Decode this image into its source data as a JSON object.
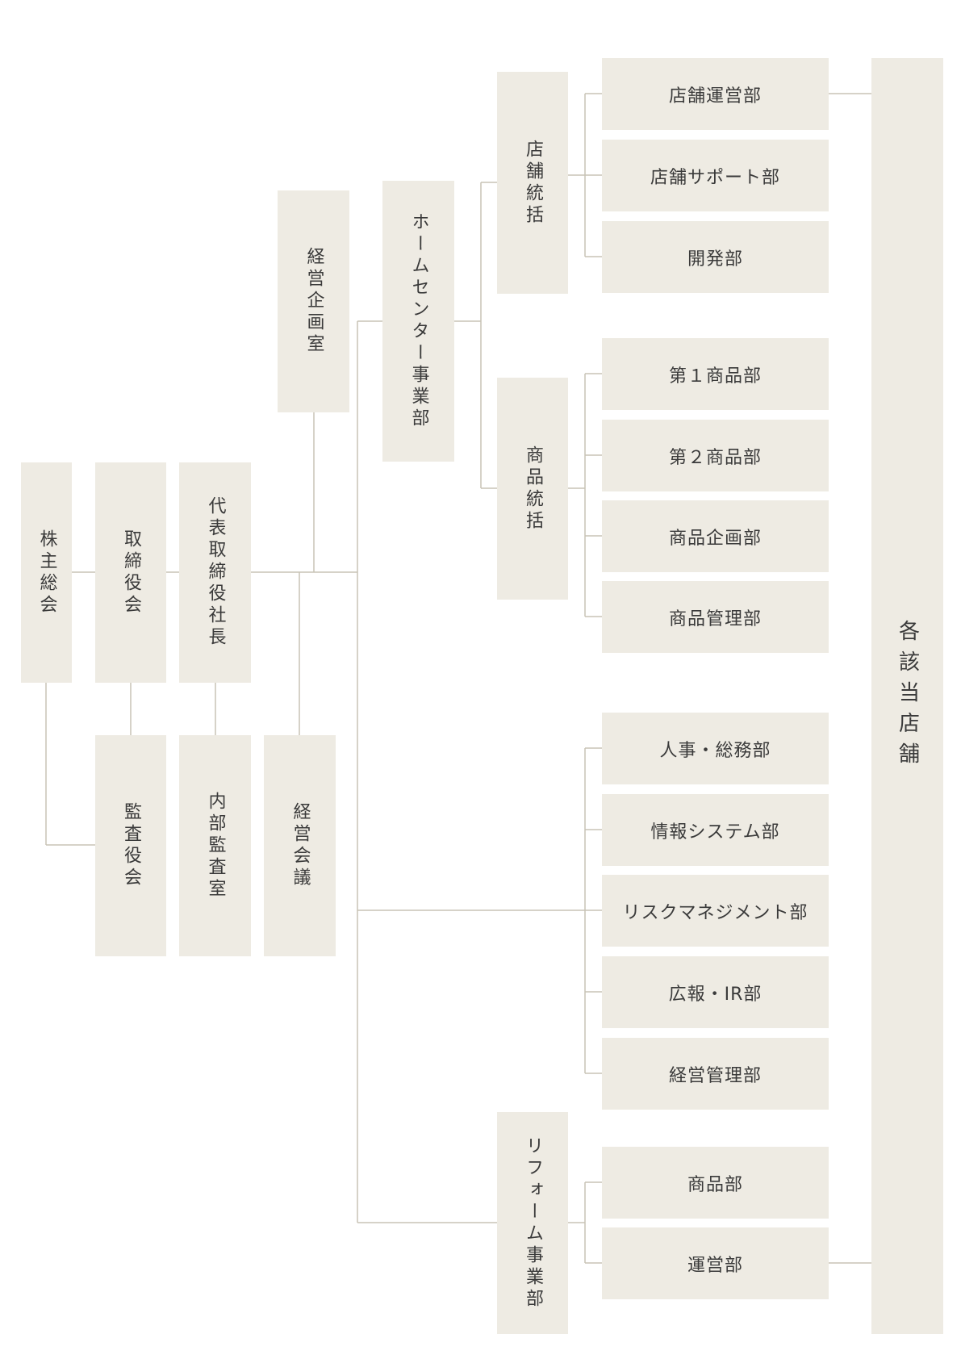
{
  "org": {
    "shareholders": "株主総会",
    "board": "取締役会",
    "president": "代表取締役社長",
    "auditors": "監査役会",
    "internal_audit": "内部監査室",
    "management_council": "経営会議",
    "corporate_planning": "経営企画室",
    "home_center": "ホームセンター事業部",
    "store_control": "店舗統括",
    "store_ops": "店舗運営部",
    "store_support": "店舗サポート部",
    "development": "開発部",
    "merch_control": "商品統括",
    "merch1": "第１商品部",
    "merch2": "第２商品部",
    "merch_planning": "商品企画部",
    "merch_management": "商品管理部",
    "hr_general": "人事・総務部",
    "info_systems": "情報システム部",
    "risk_management": "リスクマネジメント部",
    "pr_ir": "広報・IR部",
    "management_admin": "経営管理部",
    "reform": "リフォーム事業部",
    "reform_merch": "商品部",
    "reform_ops": "運営部",
    "stores": "各該当店舗"
  },
  "colors": {
    "box": "#eeebe3",
    "line": "#c8c3b5",
    "text": "#3a3a3a"
  }
}
